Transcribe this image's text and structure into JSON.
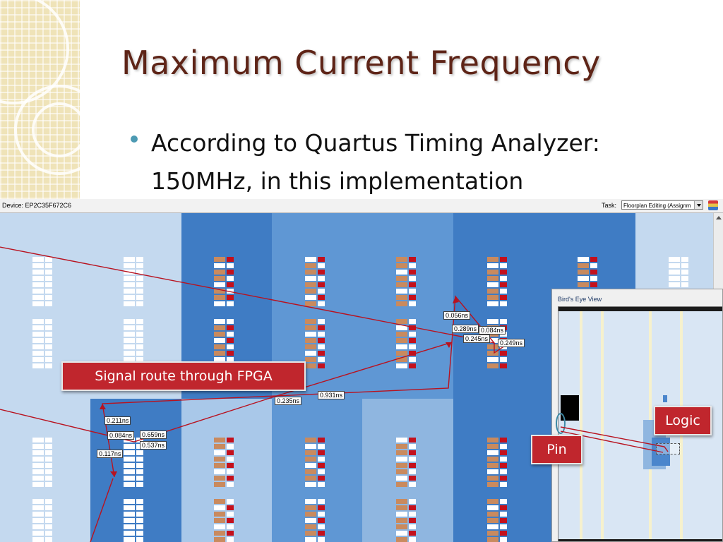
{
  "slide": {
    "title": "Maximum Current Frequency",
    "bullet_line1": "According to Quartus Timing Analyzer:",
    "bullet_line2": "150MHz, in this implementation"
  },
  "toolbar": {
    "device": "Device: EP2C35F672C6",
    "task_label": "Task:",
    "task_value": "Floorplan Editing (Assignm"
  },
  "delays": [
    "0.056ns",
    "0.289ns",
    "0.084ns",
    "0.245ns",
    "0.249ns",
    "0.931ns",
    "0.235ns",
    "0.211ns",
    "0.084ns",
    "0.659ns",
    "0.537ns",
    "0.117ns"
  ],
  "callouts": {
    "signal_route": "Signal route through FPGA",
    "logic": "Logic",
    "pin": "Pin"
  },
  "birds_eye": {
    "title": "Bird's Eye View"
  },
  "colors": {
    "title": "#5e2417",
    "bullet": "#4c9ab3",
    "callout": "#c0262d",
    "route": "#b8121f",
    "cell_on": "#c98a5e",
    "cell_red": "#c4101c",
    "band_light": "#c4d9ef",
    "band_mid": "#7fa9d8",
    "band_dark": "#3f7cc4"
  }
}
